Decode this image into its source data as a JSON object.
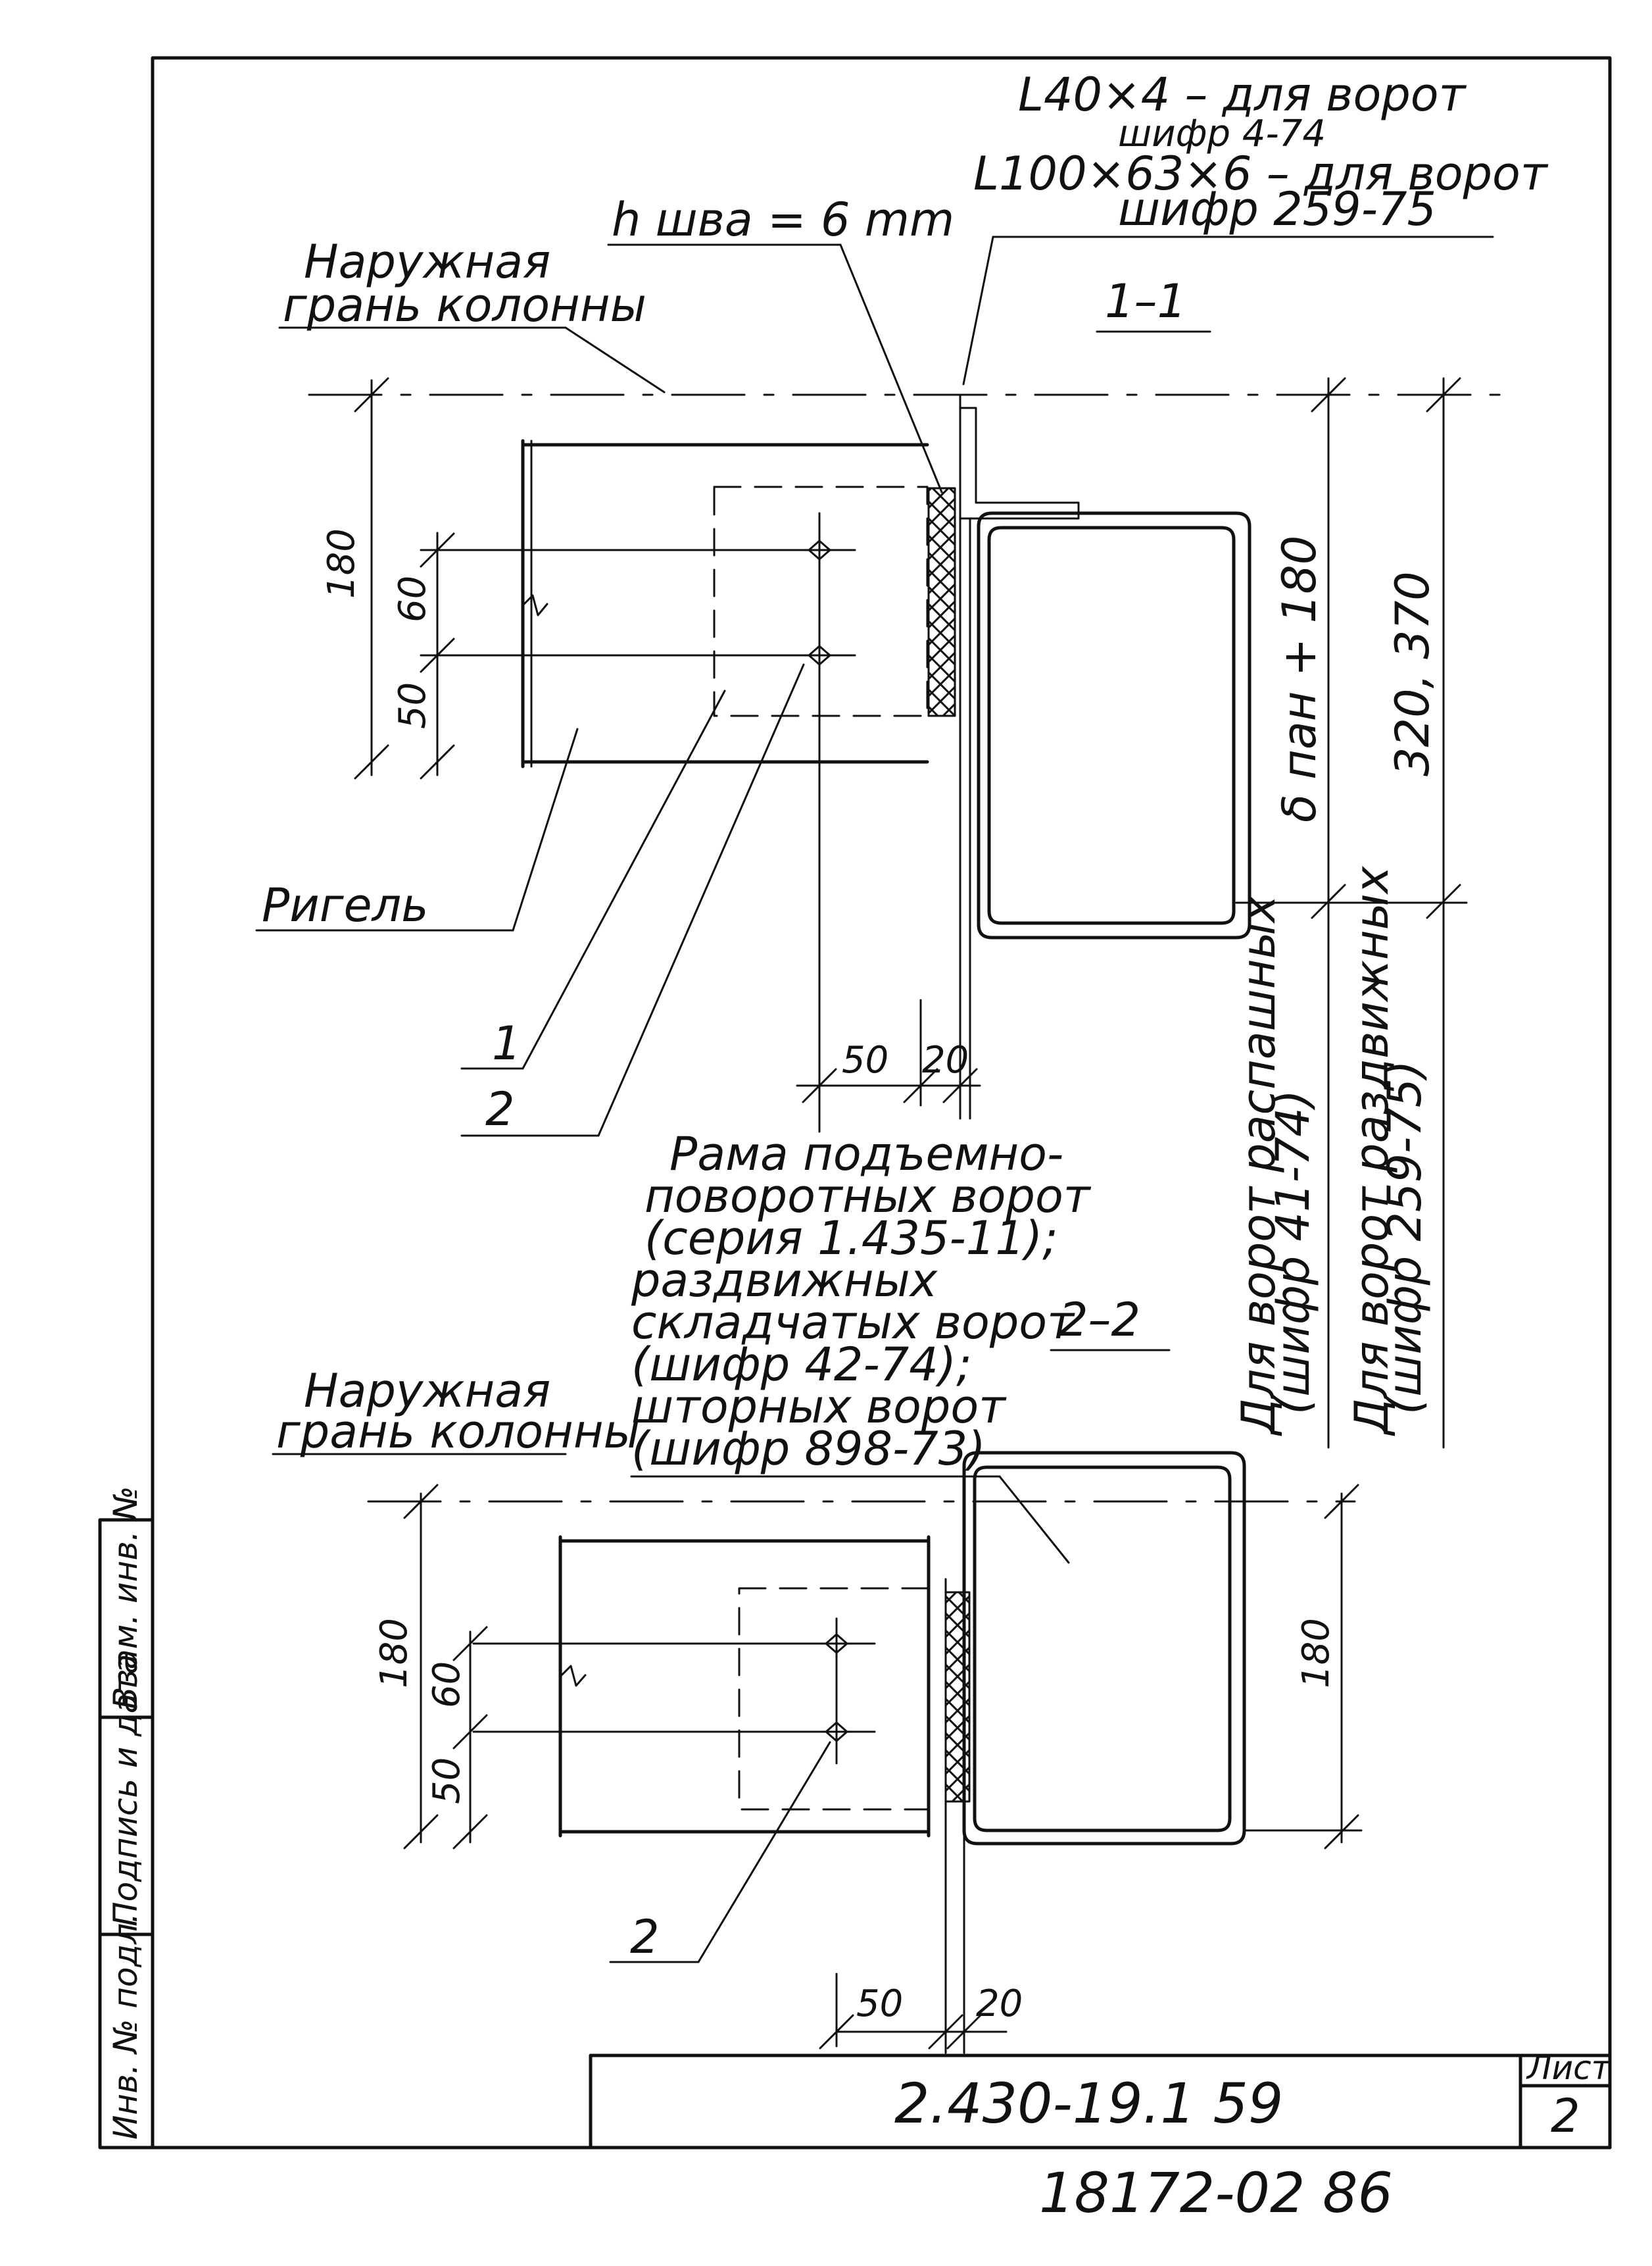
{
  "labels": {
    "angle_1": "L40×4 – для ворот",
    "angle_1_ref": "шифр 4-74",
    "angle_2": "L100×63×6 – для ворот",
    "angle_2_ref": "шифр 259-75",
    "weld": "h шва = 6 mm",
    "outer_face_1a": "Наружная",
    "outer_face_1b": "грань колонны",
    "section_1": "1–1",
    "section_2": "2–2",
    "rigel": "Ригель",
    "mark_1": "1",
    "mark_2a": "2",
    "mark_2b": "2",
    "frame_note": [
      "Рама подъемно-",
      "поворотных ворот",
      "(серия 1.435-11);",
      "раздвижных",
      "складчатых ворот",
      "(шифр 42-74);",
      "шторных ворот",
      "(шифр 898-73)"
    ],
    "outer_face_2a": "Наружная",
    "outer_face_2b": "грань колонны",
    "gate_type_1a": "Для ворот распашных",
    "gate_type_1b": "(шифр 41-74)",
    "gate_type_2a": "Для ворот раздвижных",
    "gate_type_2b": "(шифр 259-75)"
  },
  "dimensions": {
    "s1_height": "180",
    "s1_upper": "60",
    "s1_lower": "50",
    "s1_bottom_left": "50",
    "s1_bottom_right": "20",
    "s1_side_formula": "δ пан + 180",
    "s1_side_values": "320, 370",
    "s2_height": "180",
    "s2_upper": "60",
    "s2_lower": "50",
    "s2_bottom_left": "50",
    "s2_bottom_right": "20",
    "s2_right": "180"
  },
  "sidebar": {
    "cell_1": "Взам. инв. №",
    "cell_2": "Подпись и дата",
    "cell_3": "Инв. № подл."
  },
  "title_block": {
    "doc_code": "2.430-19.1 59",
    "sheet_label": "Лист",
    "sheet_number": "2"
  },
  "footer_code": "18172-02 86"
}
